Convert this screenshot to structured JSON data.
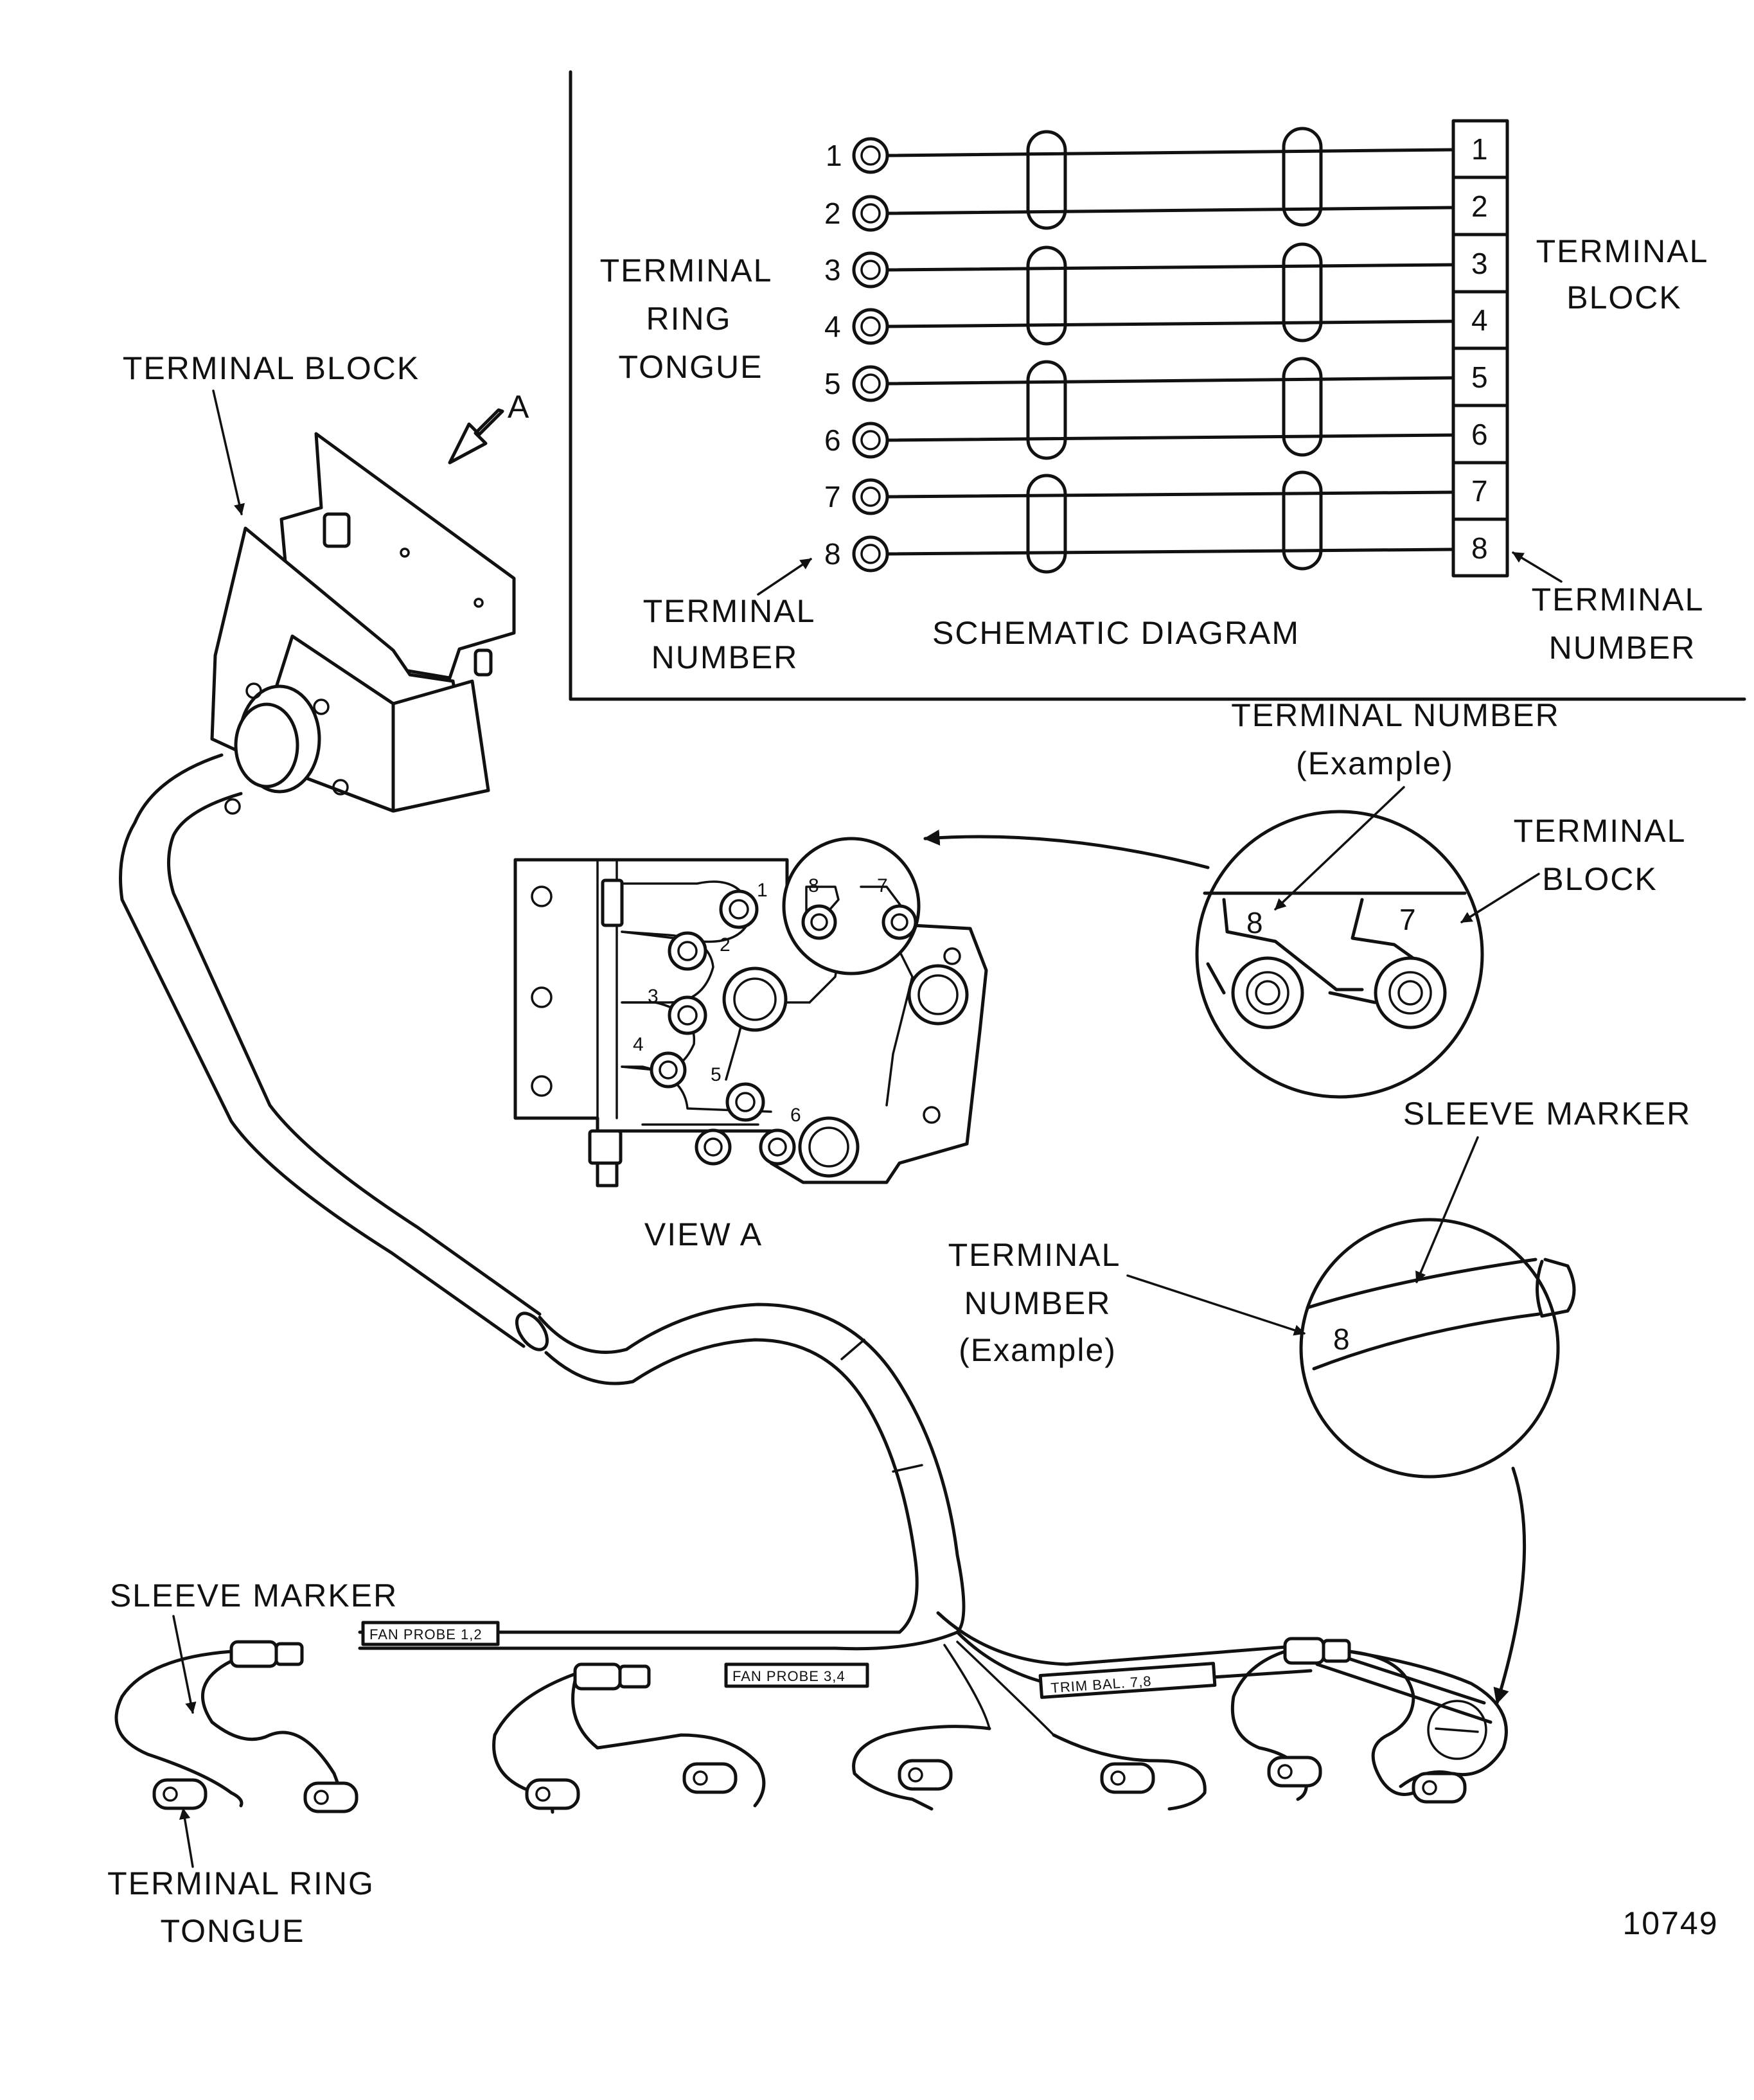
{
  "schematic": {
    "title": "SCHEMATIC DIAGRAM",
    "ring_label": [
      "TERMINAL",
      "RING",
      "TONGUE"
    ],
    "block_label": [
      "TERMINAL",
      "BLOCK"
    ],
    "number_label_left": [
      "TERMINAL",
      "NUMBER"
    ],
    "number_label_right": [
      "TERMINAL",
      "NUMBER"
    ],
    "terminals": [
      "1",
      "2",
      "3",
      "4",
      "5",
      "6",
      "7",
      "8"
    ]
  },
  "assembly": {
    "terminal_block_label": "TERMINAL BLOCK",
    "view_arrow_label": "A",
    "view_label": "VIEW A",
    "view_terminals": [
      "1",
      "2",
      "3",
      "4",
      "5",
      "6",
      "7",
      "8"
    ]
  },
  "detail_terminal": {
    "number_label": [
      "TERMINAL NUMBER",
      "(Example)"
    ],
    "block_label": [
      "TERMINAL",
      "BLOCK"
    ],
    "left": "8",
    "right": "7"
  },
  "detail_sleeve": {
    "marker_label": "SLEEVE MARKER",
    "number_label": [
      "TERMINAL",
      "NUMBER",
      "(Example)"
    ],
    "value": "8"
  },
  "harness": {
    "sleeve_marker_label": "SLEEVE MARKER",
    "ring_tongue_label": [
      "TERMINAL RING",
      "TONGUE"
    ],
    "markers": [
      "FAN PROBE 1,2",
      "FAN PROBE 3,4",
      "TRIM BAL. 7,8"
    ]
  },
  "figure_number": "10749"
}
